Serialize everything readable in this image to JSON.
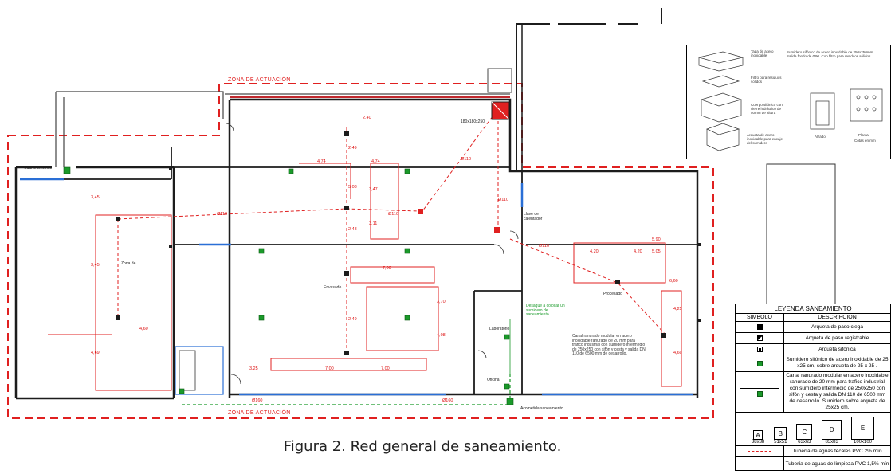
{
  "caption": "Figura 2. Red general de saneamiento.",
  "zone_labels": {
    "top": "ZONA DE ACTUACIÓN",
    "bottom": "ZONA DE ACTUACIÓN"
  },
  "room_labels": {
    "cuarto_electrico": "Cuarto eléctrico",
    "envasado": "Envasado",
    "laboratorio": "Laboratorio",
    "oficina": "Oficina",
    "procesado": "Procesado",
    "llave_calentador": "Llave de calentador",
    "grupo_equipo": "180x180x250",
    "zona_de": "Zona de",
    "acometida": "Acometida saneamiento"
  },
  "dimensions": [
    "4,74",
    "4,74",
    "3,45",
    "3,45",
    "3,47",
    "5,08",
    "2,48",
    "3,11",
    "7,00",
    "3,70",
    "4,08",
    "2,40",
    "2,49",
    "4,60",
    "4,69",
    "2,49",
    "3,25",
    "7,00",
    "7,00",
    "4,20",
    "4,20",
    "5,90",
    "6,60",
    "5,05",
    "4,25",
    "4,60"
  ],
  "pipe_labels": [
    "Ø110",
    "Ø110",
    "Ø110",
    "Ø110",
    "Ø110",
    "Ø160",
    "Ø160"
  ],
  "notes": {
    "green1": "Desagüe a colocar un sumidero de saneamiento",
    "canal": "Canal ranurado modular en acero inoxidable ranurado de 20 mm para tráfico industrial con sumidero intermedio de 250x250 con sifón y cesta y salida DN 110 de 6500 mm de desarrollo."
  },
  "detail": {
    "tapa": "Tapa de acero inoxidable",
    "filtro": "Filtro para residuos sólidos",
    "cuerpo": "Cuerpo sifónico con cierre hidráulico de 50mm de altura",
    "arqueta": "Arqueta de acero inoxidable para encaje del sumidero",
    "spec": "Sumidero sifónico de acero inoxidable de 250x250mm. Salida fondo de Ø90. Con filtro para residuos sólidos.",
    "alzado": "Alzado",
    "planta": "Planta",
    "cotas": "Cotas en mm"
  },
  "legend": {
    "title": "LEYENDA SANEAMIENTO",
    "col_symbol": "SIMBOLO",
    "col_desc": "DESCRIPCIÓN",
    "rows": [
      {
        "icon": "filled-square-icon",
        "text": "Arqueta de paso ciega"
      },
      {
        "icon": "half-square-icon",
        "text": "Arqueta de paso registrable"
      },
      {
        "icon": "siphon-square-icon",
        "text": "Arqueta sifónica"
      },
      {
        "icon": "green-drain-icon",
        "text": "Sumidero sifónico de acero inoxidable de 25 x25 cm, sobre arqueta de 25 x 25 ."
      },
      {
        "icon": "channel-drain-icon",
        "text": "Canal ranurado modular en acero inoxidable ranurado de 20 mm para trafico industrial con sumidero intermedio de 250x250 con sifón y cesta y salida DN 110 de 6500 mm de desarrollo. Sumidero sobre arqueta de 25x25 cm."
      }
    ],
    "sizes": [
      {
        "letter": "A",
        "dim": "38x38"
      },
      {
        "letter": "B",
        "dim": "51x51"
      },
      {
        "letter": "C",
        "dim": "63x63"
      },
      {
        "letter": "D",
        "dim": "83x83"
      },
      {
        "letter": "E",
        "dim": "100x100"
      }
    ],
    "pipes": [
      {
        "icon": "red-dashed-arrow-icon",
        "text": "Tubería de aguas fecales PVC 2% mín"
      },
      {
        "icon": "green-dashed-line-icon",
        "text": "Tubería de aguas de limpieza PVC 1,5% mín"
      }
    ]
  },
  "colors": {
    "wall": "#1c1c1c",
    "zone": "#e02020",
    "pipe_fecal": "#e02020",
    "pipe_clean": "#1a9a2a",
    "window": "#2a6fd6",
    "dimension": "#d11"
  }
}
